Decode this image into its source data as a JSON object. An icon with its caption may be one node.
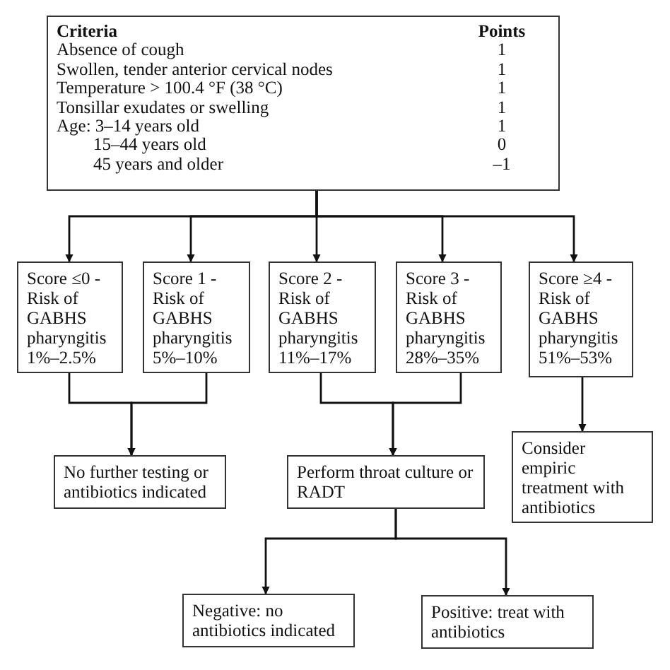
{
  "diagram": {
    "nodes": [
      {
        "text": [
          "Criteria",
          "Points",
          "Absence of cough",
          "1",
          "Swollen, tender anterior cervical nodes",
          "1",
          "Temperature > 100.4 °F (38 °C)",
          "1",
          "Tonsillar exudates or swelling",
          "1",
          "Age: 3–14 years old",
          "1",
          "15–44 years old",
          "0",
          "45 years and older",
          "–1"
        ]
      },
      {
        "text": [
          "Score ≤0 -Risk of GABHS pharyngitis 1%–2.5%"
        ]
      },
      {
        "text": [
          "Score 1 -Risk of GABHS pharyngitis 5%–10%"
        ]
      },
      {
        "text": [
          "Score 2 -Risk of GABHS pharyngitis 11%–17%"
        ]
      },
      {
        "text": [
          "Score 3 -Risk of GABHS pharyngitis 28%–35%"
        ]
      },
      {
        "text": [
          "Score ≥4 -Risk of GABHS pharyngitis 51%–53%"
        ]
      },
      {
        "text": [
          "No further testing or antibiotics indicated"
        ]
      },
      {
        "text": [
          "Perform throat culture or RADT"
        ]
      },
      {
        "text": [
          "Consider empiric treatment with antibiotics"
        ]
      },
      {
        "text": [
          "Negative: no antibiotics indicated"
        ]
      },
      {
        "text": [
          "Positive: treat with antibiotics"
        ]
      }
    ],
    "edges": [
      {
        "from": 0,
        "to": 1,
        "arrow": "to"
      },
      {
        "from": 0,
        "to": 2,
        "arrow": "to"
      },
      {
        "from": 0,
        "to": 3,
        "arrow": "to"
      },
      {
        "from": 0,
        "to": 4,
        "arrow": "to"
      },
      {
        "from": 0,
        "to": 5,
        "arrow": "to"
      },
      {
        "from": 1,
        "to": 6,
        "arrow": "to"
      },
      {
        "from": 2,
        "to": 6,
        "arrow": "to"
      },
      {
        "from": 3,
        "to": 7,
        "arrow": "to"
      },
      {
        "from": 4,
        "to": 7,
        "arrow": "to"
      },
      {
        "from": 5,
        "to": 8,
        "arrow": "to"
      },
      {
        "from": 7,
        "to": 9,
        "arrow": "to"
      },
      {
        "from": 7,
        "to": 10,
        "arrow": "to"
      }
    ]
  }
}
